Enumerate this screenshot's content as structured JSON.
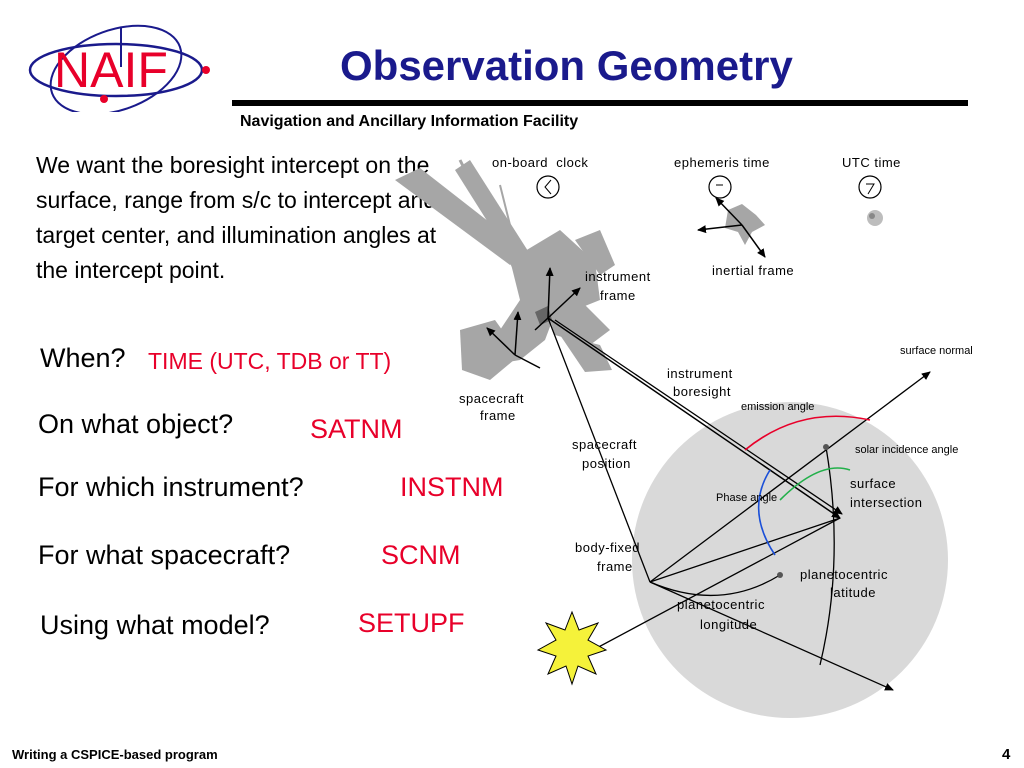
{
  "logo": {
    "text": "NAIF"
  },
  "header": {
    "title": "Observation Geometry",
    "subtitle": "Navigation and Ancillary Information Facility"
  },
  "intro_text": "We want the boresight intercept on the surface, range from s/c to intercept and target center, and illumination angles at the intercept point.",
  "questions": [
    {
      "question": "When?",
      "answer": "TIME (UTC, TDB or TT)"
    },
    {
      "question": "On what object?",
      "answer": "SATNM"
    },
    {
      "question": "For which instrument?",
      "answer": "INSTNM"
    },
    {
      "question": "For what spacecraft?",
      "answer": "SCNM"
    },
    {
      "question": "Using what model?",
      "answer": "SETUPF"
    }
  ],
  "diagram": {
    "labels": {
      "onboard_clock": "on-board  clock",
      "ephemeris_time": "ephemeris time",
      "utc_time": "UTC time",
      "inertial_frame": "inertial frame",
      "instrument_frame_1": "instrument",
      "instrument_frame_2": "frame",
      "spacecraft_frame_1": "spacecraft",
      "spacecraft_frame_2": "frame",
      "instrument_boresight_1": "instrument",
      "instrument_boresight_2": "boresight",
      "surface_normal": "surface normal",
      "emission_angle": "emission angle",
      "solar_incidence_angle": "solar incidence angle",
      "spacecraft_position_1": "spacecraft",
      "spacecraft_position_2": "position",
      "phase_angle": "Phase angle",
      "surface_intersection_1": "surface",
      "surface_intersection_2": "intersection",
      "body_fixed_frame_1": "body-fixed",
      "body_fixed_frame_2": "frame",
      "planetocentric_latitude_1": "planetocentric",
      "planetocentric_latitude_2": "latitude",
      "planetocentric_longitude_1": "planetocentric",
      "planetocentric_longitude_2": "longitude"
    },
    "colors": {
      "emission_arc": "#e8002a",
      "incidence_arc": "#22b04a",
      "phase_arc": "#1a4fd8",
      "planet_fill": "#d9d9d9",
      "spacecraft_fill": "#a6a6a6",
      "sun_fill": "#f5f23a"
    }
  },
  "footer": {
    "left": "Writing a CSPICE-based program",
    "page": "4"
  }
}
